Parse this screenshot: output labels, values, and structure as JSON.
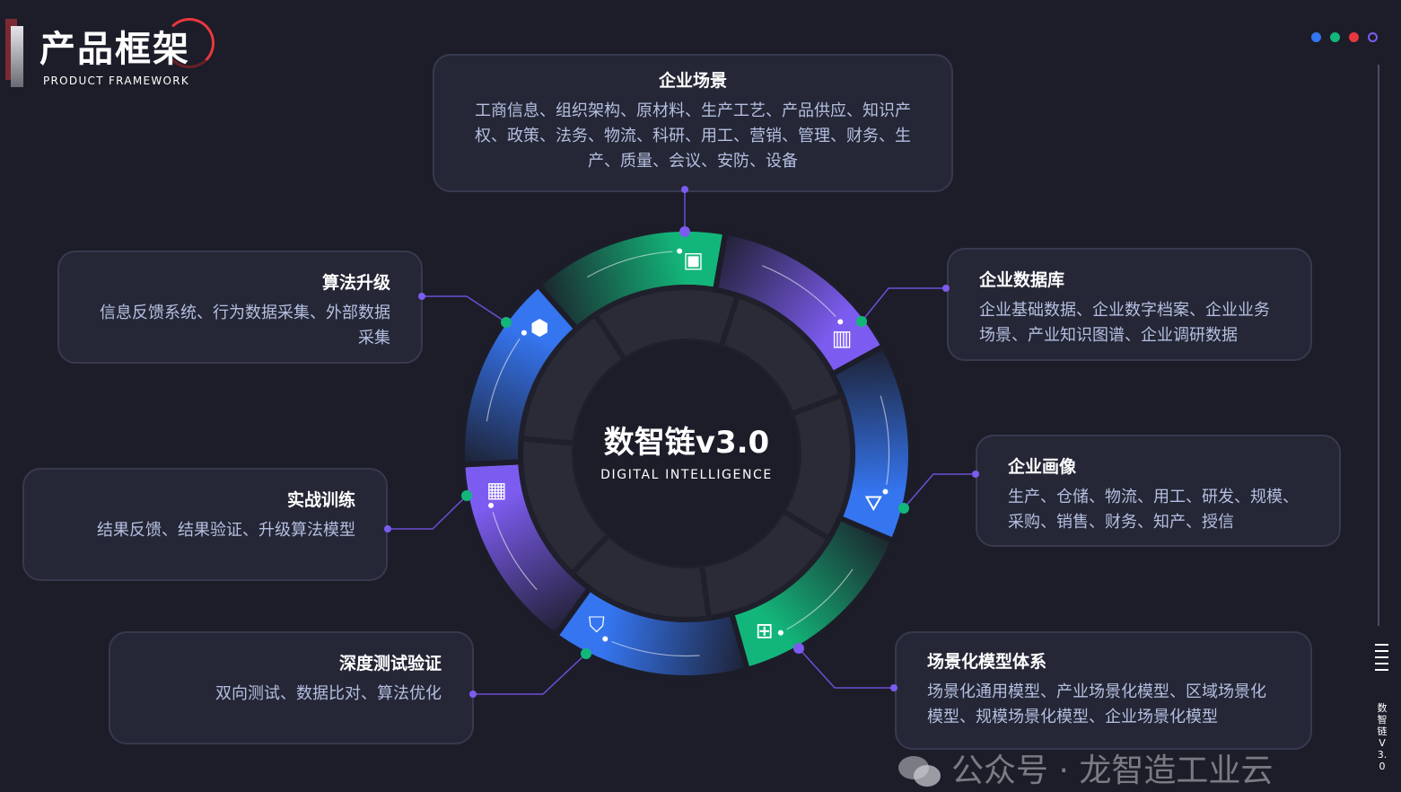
{
  "header": {
    "title": "产品框架",
    "subtitle": "PRODUCT FRAMEWORK"
  },
  "colors": {
    "bg": "#1c1d29",
    "green": "#13b67a",
    "purple": "#7c5cf0",
    "blue": "#3575f0",
    "red": "#e8383d"
  },
  "side": {
    "label": "数智链V3.0"
  },
  "center": {
    "title": "数智链v3.0",
    "subtitle": "DIGITAL INTELLIGENCE"
  },
  "boxes": [
    {
      "title": "企业场景",
      "text": "工商信息、组织架构、原材料、生产工艺、产品供应、知识产权、政策、法务、物流、科研、用工、营销、管理、财务、生产、质量、会议、安防、设备"
    },
    {
      "title": "企业数据库",
      "text": "企业基础数据、企业数字档案、企业业务场景、产业知识图谱、企业调研数据"
    },
    {
      "title": "企业画像",
      "text": "生产、仓储、物流、用工、研发、规模、采购、销售、财务、知产、授信"
    },
    {
      "title": "场景化模型体系",
      "text": "场景化通用模型、产业场景化模型、区域场景化模型、规模场景化模型、企业场景化模型"
    },
    {
      "title": "深度测试验证",
      "text": "双向测试、数据比对、算法优化"
    },
    {
      "title": "实战训练",
      "text": "结果反馈、结果验证、升级算法模型"
    },
    {
      "title": "算法升级",
      "text": "信息反馈系统、行为数据采集、外部数据采集"
    }
  ],
  "segments": [
    {
      "icon": "monitor-chart-icon",
      "color": "#13b67a"
    },
    {
      "icon": "bar-chart-icon",
      "color": "#7c5cf0"
    },
    {
      "icon": "network-nodes-icon",
      "color": "#3575f0"
    },
    {
      "icon": "org-chart-icon",
      "color": "#13b67a"
    },
    {
      "icon": "shield-check-icon",
      "color": "#3575f0"
    },
    {
      "icon": "chip-icon",
      "color": "#7c5cf0"
    },
    {
      "icon": "cube-icon",
      "color": "#3575f0"
    }
  ],
  "watermark": {
    "text": "公众号 · 龙智造工业云"
  }
}
